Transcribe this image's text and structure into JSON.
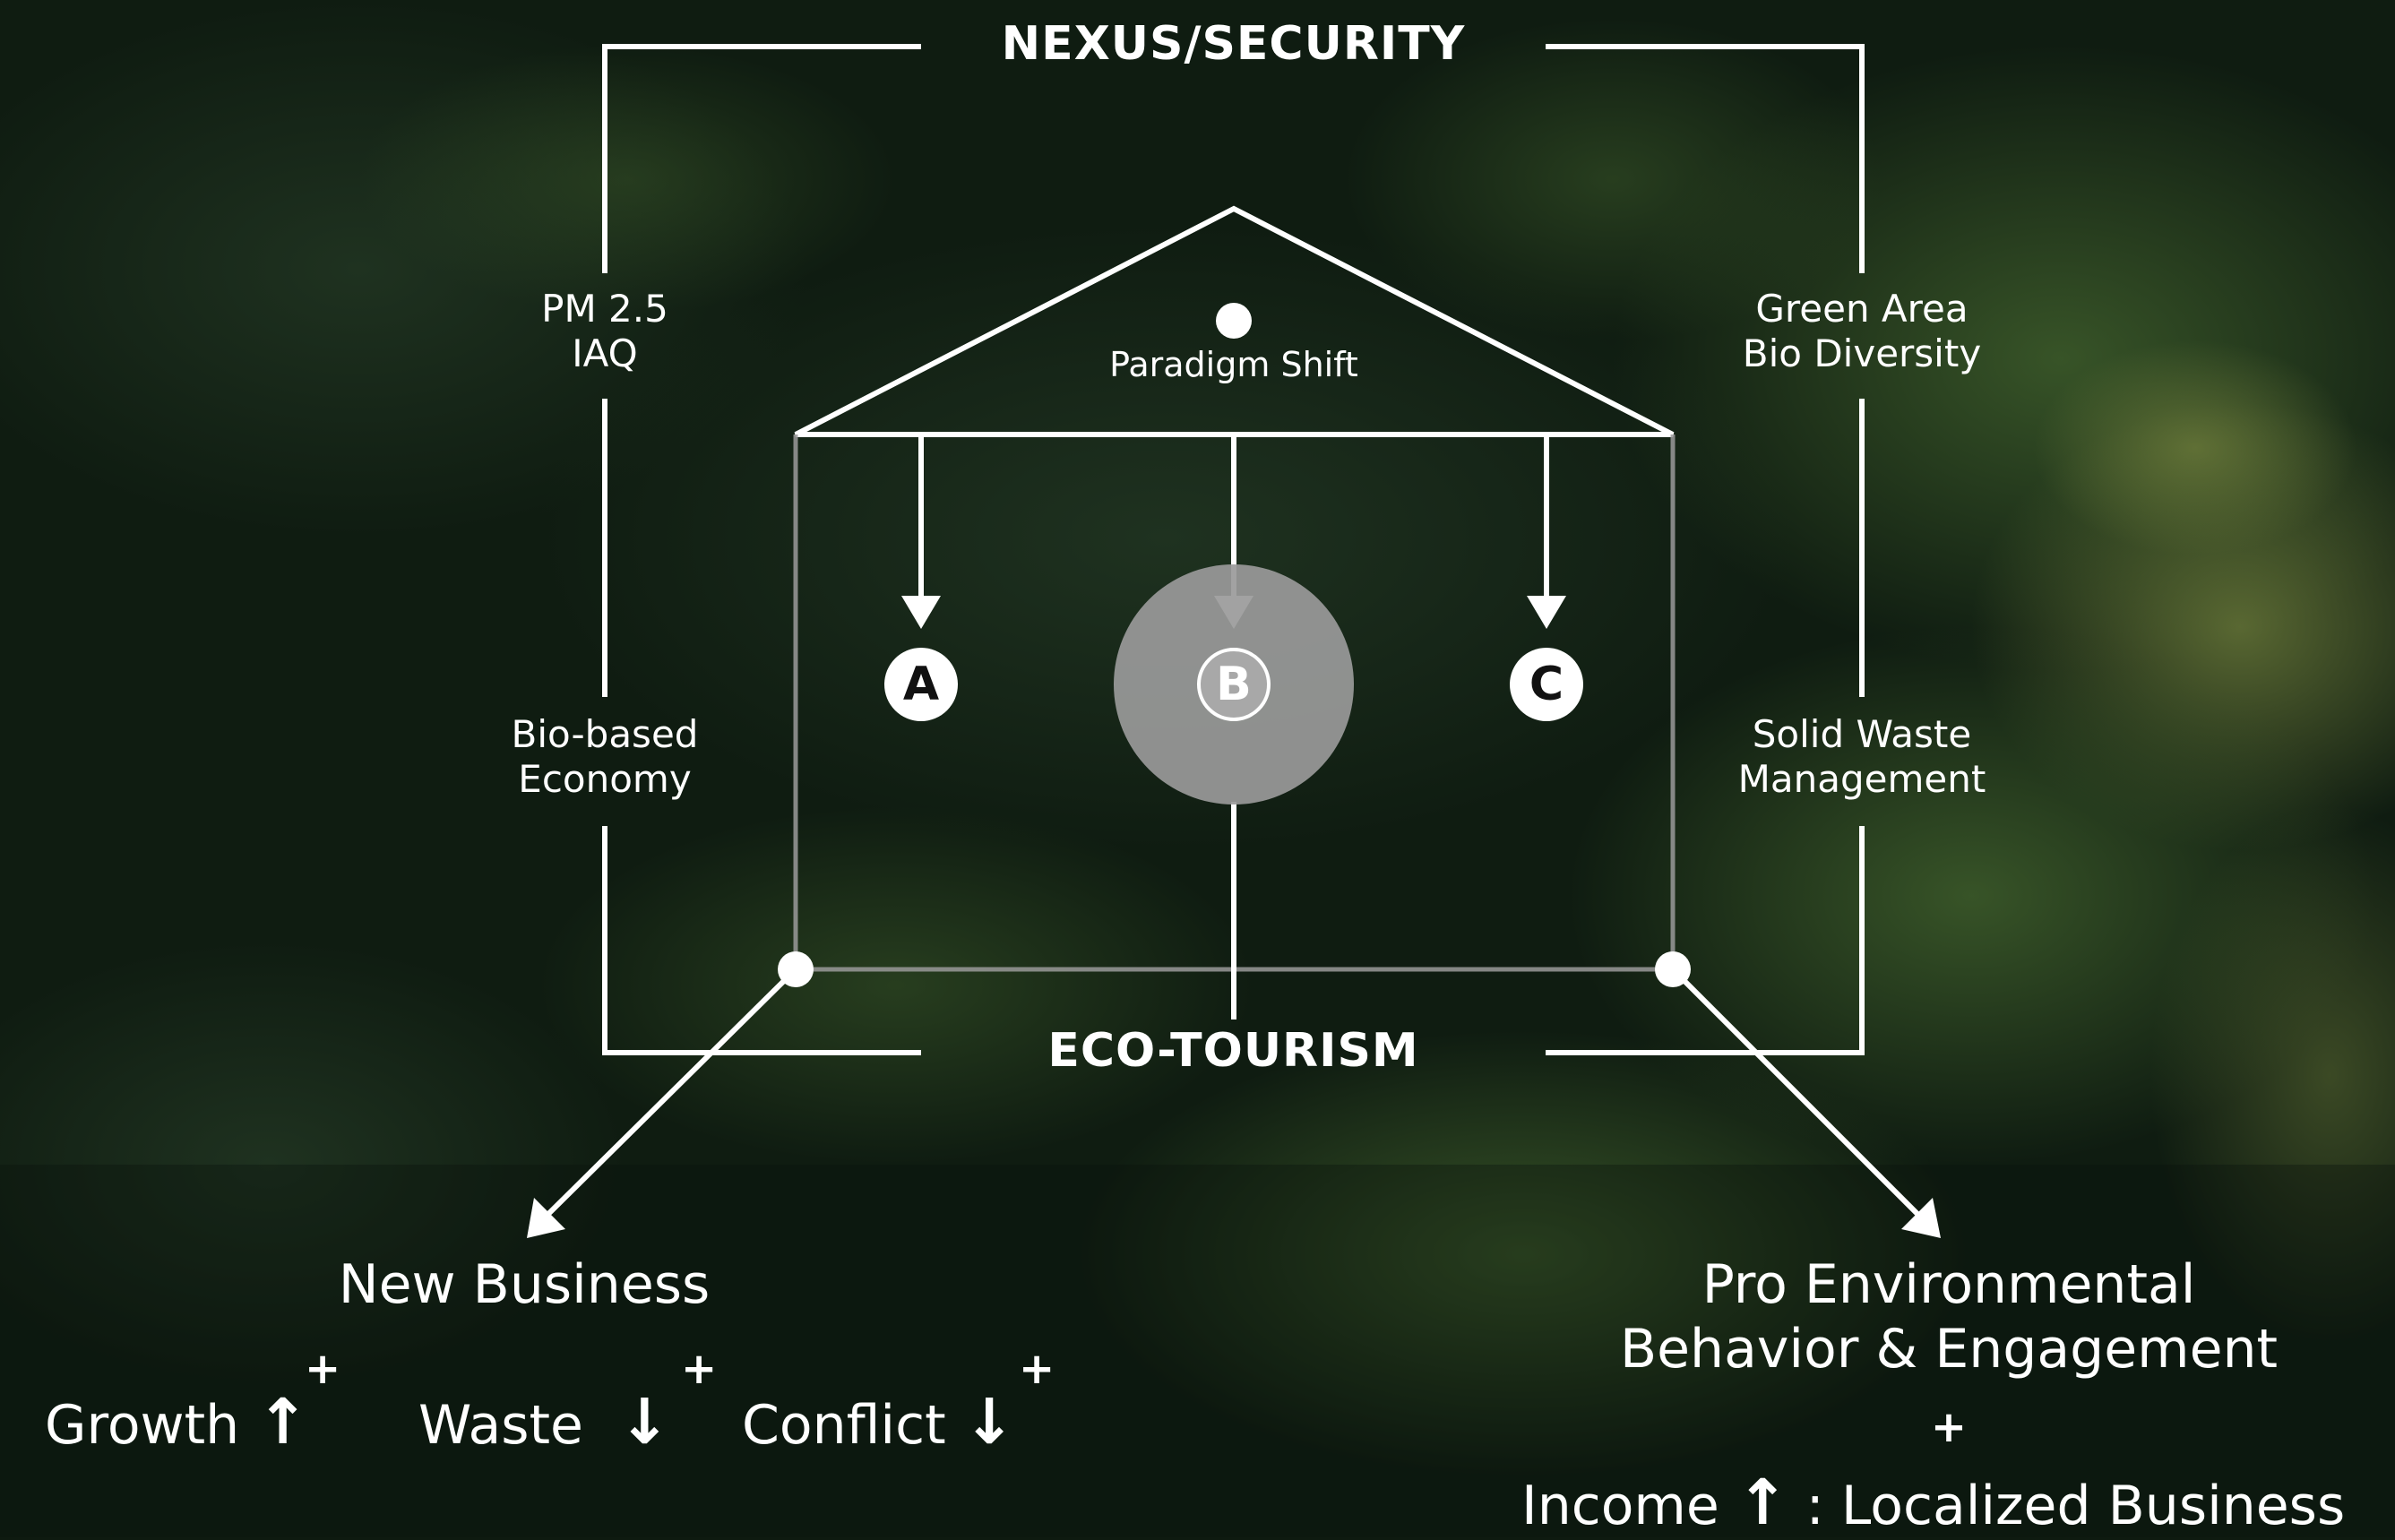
{
  "diagram": {
    "title_top": "NEXUS/SECURITY",
    "title_bottom": "ECO-TOURISM",
    "left_labels": [
      [
        "PM 2.5",
        "IAQ"
      ],
      [
        "Bio-based",
        "Economy"
      ]
    ],
    "right_labels": [
      [
        "Green Area",
        "Bio Diversity"
      ],
      [
        "Solid Waste",
        "Management"
      ]
    ],
    "roof_label": "Paradigm Shift",
    "nodes": [
      "A",
      "B",
      "C"
    ],
    "left_outcome": {
      "title": "New Business",
      "items": [
        {
          "label": "Growth",
          "arrow": "↑",
          "sign": "+"
        },
        {
          "label": "Waste",
          "arrow": "↓",
          "sign": "+"
        },
        {
          "label": "Conflict",
          "arrow": "↓",
          "sign": "+"
        }
      ]
    },
    "right_outcome": {
      "title_lines": [
        "Pro Environmental",
        "Behavior & Engagement"
      ],
      "plus": "+",
      "income_label": "Income",
      "income_arrow": "↑",
      "income_suffix": ": Localized Business"
    }
  },
  "colors": {
    "line": "#ffffff",
    "node_b_fill": "#9a9a9a",
    "background": "#0e1a10"
  }
}
